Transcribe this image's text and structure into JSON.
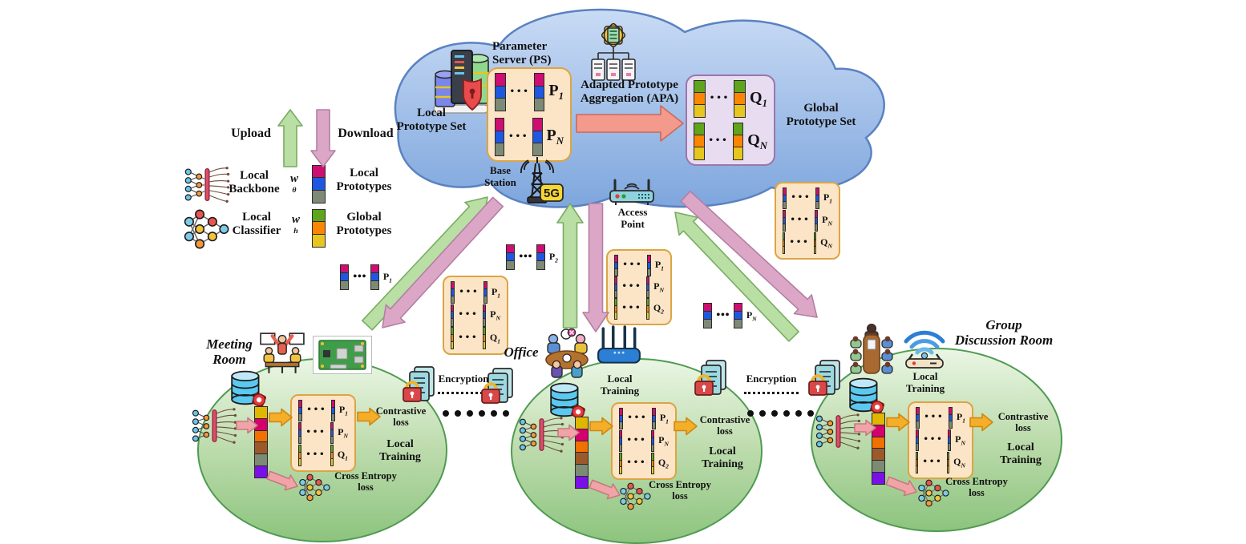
{
  "colors": {
    "local": [
      "#cf0e72",
      "#1f58e0",
      "#7f8a76"
    ],
    "global": [
      "#5fa51c",
      "#fb8604",
      "#e7c71f"
    ],
    "feature": [
      "#e0b700",
      "#d4006e",
      "#f07000",
      "#9c5a2a",
      "#7d8a74",
      "#7a10e8"
    ],
    "green_arrow": "#b9dfa4",
    "green_arrow_border": "#79ac62",
    "pink_arrow": "#dca7c7",
    "pink_arrow_border": "#b37fa2",
    "salmon_arrow": "#f49a8c",
    "salmon_arrow_border": "#c9695c",
    "orange_arrow": "#f5ae2a",
    "orange_arrow_border": "#cf8711",
    "rose_arrow": "#f0a4a8",
    "rose_arrow_border": "#c67a80",
    "peach_box": "#fce5c6",
    "peach_box_border": "#dba544",
    "lavender_box": "#e8ddf0",
    "lavender_box_border": "#9b76ad",
    "cloud_fill_top": "#c6d9f4",
    "cloud_fill_bottom": "#7ea6dd",
    "cloud_border": "#5b82c0",
    "room_border": "#4f9b51"
  },
  "dots": "•••",
  "legend": {
    "upload": "Upload",
    "download": "Download",
    "backbone": {
      "line1": "Local",
      "line2": "Backbone",
      "weight_base": "w",
      "weight_sup": "θ"
    },
    "classifier": {
      "line1": "Local",
      "line2": "Classifier",
      "weight_base": "w",
      "weight_sup": "h"
    },
    "local_prototypes": {
      "line1": "Local",
      "line2": "Prototypes"
    },
    "global_prototypes": {
      "line1": "Global",
      "line2": "Prototypes"
    }
  },
  "cloud": {
    "ps_label": {
      "line1": "Parameter",
      "line2": "Server (PS)"
    },
    "local_set": {
      "line1": "Local",
      "line2": "Prototype Set"
    },
    "apa": {
      "line1": "Adapted Prototype",
      "line2": "Aggregation (APA)"
    },
    "global_set": {
      "line1": "Global",
      "line2": "Prototype Set"
    },
    "local_box": {
      "rows": [
        {
          "base": "P",
          "sub": "1"
        },
        {
          "base": "P",
          "sub": "N"
        }
      ]
    },
    "global_box": {
      "rows": [
        {
          "base": "Q",
          "sub": "1"
        },
        {
          "base": "Q",
          "sub": "N"
        }
      ]
    }
  },
  "network": {
    "base_station": {
      "line1": "Base",
      "line2": "Station"
    },
    "badge_5g": "5G",
    "access_point": {
      "line1": "Access",
      "line2": "Point"
    }
  },
  "floating_prototypes": [
    {
      "base": "P",
      "sub": "1"
    },
    {
      "base": "P",
      "sub": "2"
    },
    {
      "base": "P",
      "sub": "N"
    }
  ],
  "transfer_boxes": [
    {
      "rows": [
        {
          "base": "P",
          "sub": "1"
        },
        {
          "base": "P",
          "sub": "N"
        },
        {
          "base": "Q",
          "sub": "1"
        }
      ]
    },
    {
      "rows": [
        {
          "base": "P",
          "sub": "1"
        },
        {
          "base": "P",
          "sub": "N"
        },
        {
          "base": "Q",
          "sub": "2"
        }
      ]
    },
    {
      "rows": [
        {
          "base": "P",
          "sub": "1"
        },
        {
          "base": "P",
          "sub": "N"
        },
        {
          "base": "Q",
          "sub": "N"
        }
      ]
    }
  ],
  "encryption_label": "Encryption",
  "rooms": [
    {
      "name": {
        "line1": "Meeting",
        "line2": "Room"
      },
      "box": [
        {
          "base": "P",
          "sub": "1"
        },
        {
          "base": "P",
          "sub": "N"
        },
        {
          "base": "Q",
          "sub": "1"
        }
      ],
      "contrastive": {
        "line1": "Contrastive",
        "line2": "loss"
      },
      "local_training": {
        "line1": "Local",
        "line2": "Training"
      },
      "cross_entropy": {
        "line1": "Cross Entropy",
        "line2": "loss"
      }
    },
    {
      "name": {
        "line1": "Office",
        "line2": ""
      },
      "router_label": {
        "line1": "Local",
        "line2": "Training"
      },
      "box": [
        {
          "base": "P",
          "sub": "1"
        },
        {
          "base": "P",
          "sub": "N"
        },
        {
          "base": "Q",
          "sub": "2"
        }
      ],
      "contrastive": {
        "line1": "Contrastive",
        "line2": "loss"
      },
      "local_training": {
        "line1": "Local",
        "line2": "Training"
      },
      "cross_entropy": {
        "line1": "Cross Entropy",
        "line2": "loss"
      }
    },
    {
      "name": {
        "line1": "Group",
        "line2": "Discussion Room"
      },
      "router_label": {
        "line1": "Local",
        "line2": "Training"
      },
      "box": [
        {
          "base": "P",
          "sub": "1"
        },
        {
          "base": "P",
          "sub": "N"
        },
        {
          "base": "Q",
          "sub": "N"
        }
      ],
      "contrastive": {
        "line1": "Contrastive",
        "line2": "loss"
      },
      "local_training": {
        "line1": "Local",
        "line2": "Training"
      },
      "cross_entropy": {
        "line1": "Cross Entropy",
        "line2": "loss"
      }
    }
  ]
}
